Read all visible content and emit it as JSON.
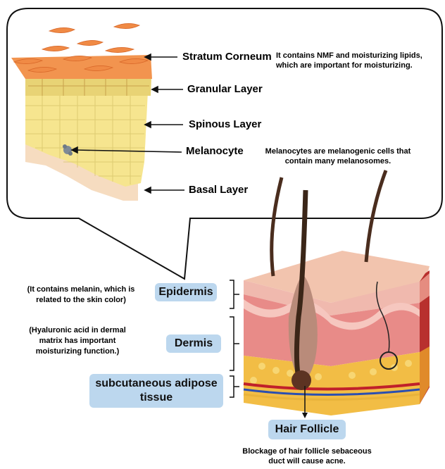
{
  "callout": {
    "layers": {
      "stratum_corneum": "Stratum Corneum",
      "granular": "Granular Layer",
      "spinous": "Spinous Layer",
      "melanocyte": "Melanocyte",
      "basal": "Basal Layer"
    },
    "notes": {
      "stratum_line1": "It contains NMF and moisturizing lipids,",
      "stratum_line2": "which are important for moisturizing.",
      "melanocyte_line1": "Melanocytes are melanogenic cells that",
      "melanocyte_line2": "contain many melanosomes."
    }
  },
  "skin": {
    "epidermis_label": "Epidermis",
    "dermis_label": "Dermis",
    "subcutaneous_line1": "subcutaneous adipose",
    "subcutaneous_line2": "tissue",
    "hair_follicle_label": "Hair Follicle",
    "epidermis_note_line1": "(It contains melanin, which is",
    "epidermis_note_line2": "related to the skin color)",
    "dermis_note_line1": "(Hyaluronic acid in dermal",
    "dermis_note_line2": "matrix has important",
    "dermis_note_line3": "moisturizing function.)",
    "follicle_note_line1": "Blockage of hair follicle sebaceous",
    "follicle_note_line2": "duct will cause acne."
  }
}
